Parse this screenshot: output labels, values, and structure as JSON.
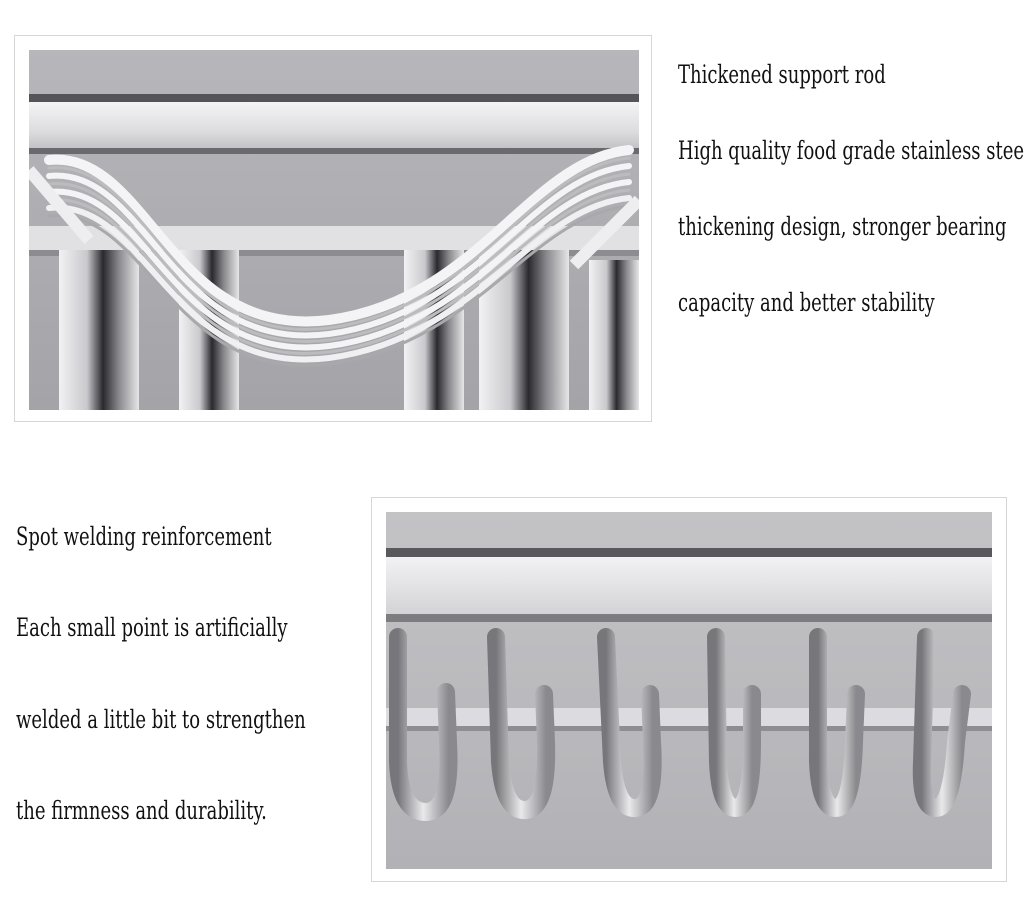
{
  "top_section": {
    "lines": [
      "Thickened support rod",
      "High quality food grade stainless steel",
      "thickening design, stronger bearing",
      "capacity and better stability"
    ]
  },
  "bottom_section": {
    "lines": [
      "Spot welding reinforcement",
      "Each small point is artificially",
      "welded a little bit to strengthen",
      "the firmness and durability."
    ]
  },
  "colors": {
    "steel_light": "#e9e9eb",
    "steel_mid": "#b8b8bc",
    "steel_dark": "#6e6e72",
    "background_grey": "#a9a9ad"
  }
}
